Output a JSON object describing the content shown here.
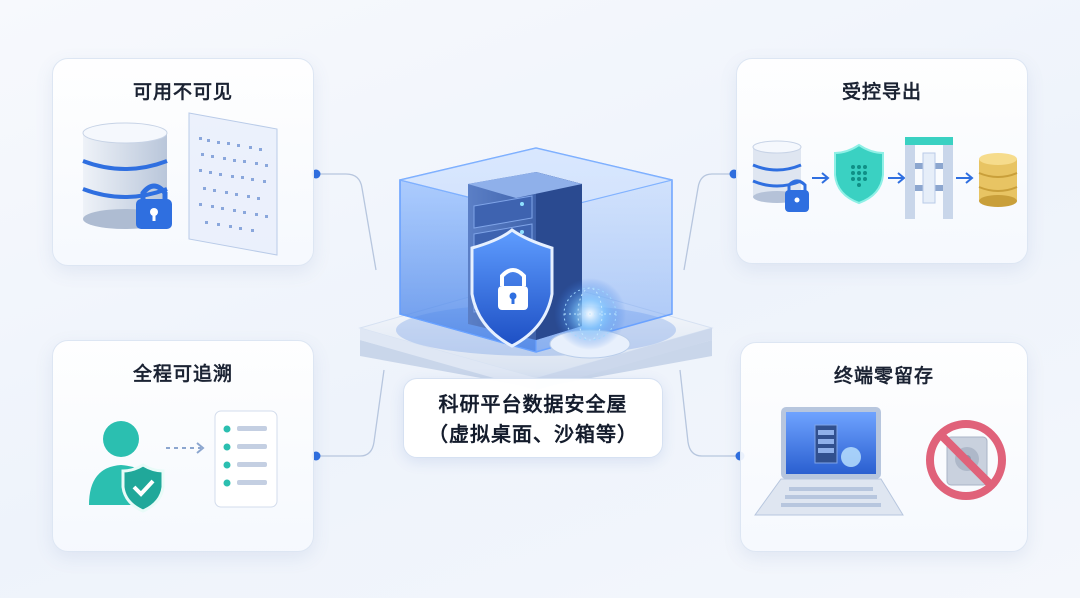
{
  "center": {
    "line1": "科研平台数据安全屋",
    "line2": "（虚拟桌面、沙箱等）"
  },
  "cards": {
    "top_left": {
      "title": "可用不可见"
    },
    "top_right": {
      "title": "受控导出"
    },
    "bottom_left": {
      "title": "全程可追溯"
    },
    "bottom_right": {
      "title": "终端零留存"
    }
  },
  "icons": [
    "database-icon",
    "lock-icon",
    "data-matrix-screen-icon",
    "shield-icon",
    "flow-arrow-icon",
    "gate-icon",
    "coins-icon",
    "user-shield-icon",
    "document-list-icon",
    "laptop-icon",
    "no-storage-icon",
    "server-rack-icon",
    "globe-icon"
  ],
  "colors": {
    "accent_blue": "#2f6fe0",
    "teal": "#2bbfb0",
    "gold": "#e8c463",
    "prohibit_red": "#e0627a"
  }
}
